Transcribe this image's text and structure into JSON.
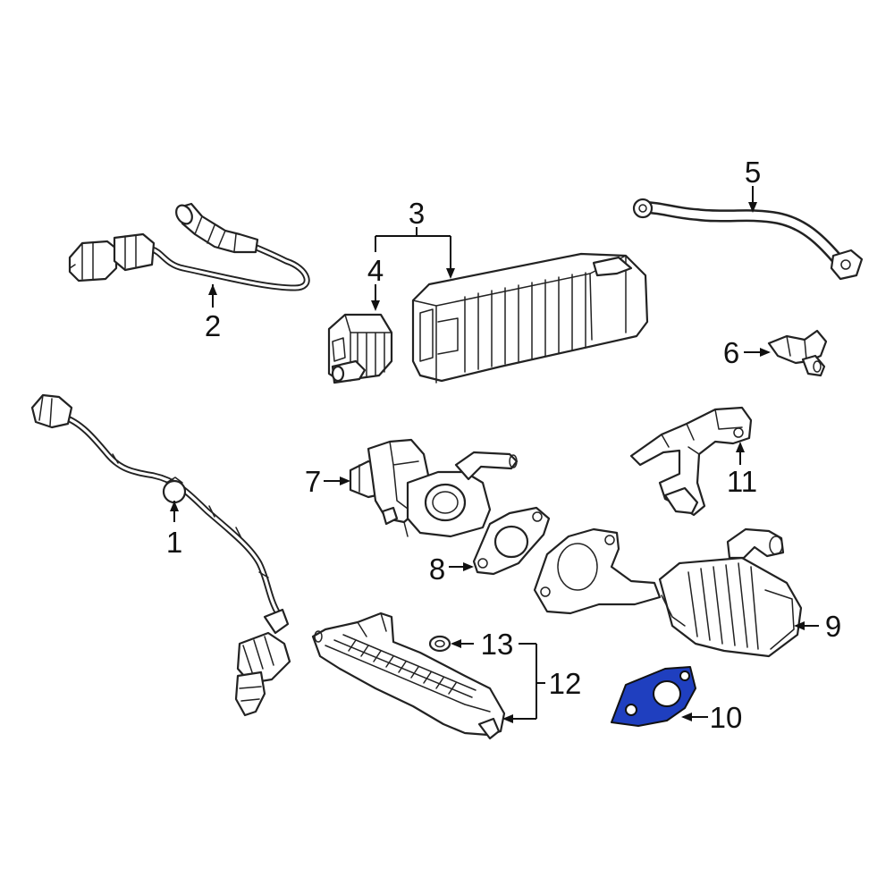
{
  "colors": {
    "highlight": "#1f3fbf",
    "line": "#222222",
    "background": "#ffffff"
  },
  "callouts": {
    "part_1": "1",
    "part_2": "2",
    "part_3": "3",
    "part_4": "4",
    "part_5": "5",
    "part_6": "6",
    "part_7": "7",
    "part_8": "8",
    "part_9": "9",
    "part_10": "10",
    "part_11": "11",
    "part_12": "12",
    "part_13": "13"
  },
  "highlighted_part": "10"
}
